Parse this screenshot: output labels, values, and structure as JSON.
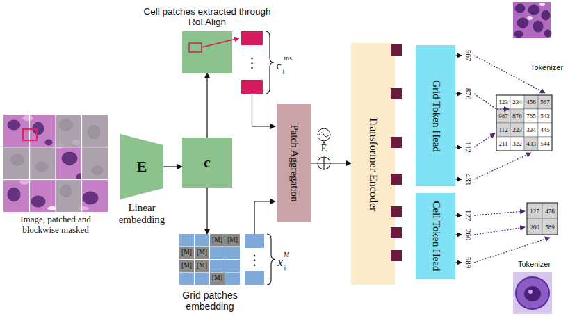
{
  "diagram": {
    "nodes": [
      {
        "text": [
          "Image, patched and blockwise masked"
        ]
      },
      {
        "text": [
          "E",
          "Linear embedding"
        ]
      },
      {
        "text": [
          "c"
        ]
      },
      {
        "text": [
          "Cell patches extracted through RoI Align"
        ]
      },
      {
        "text": [
          "Grid patches embedding"
        ]
      },
      {
        "text": [
          "Patch Aggregation"
        ]
      },
      {
        "text": [
          "Transformer Encoder"
        ]
      },
      {
        "text": [
          "Grid Token Head"
        ]
      },
      {
        "text": [
          "Cell Token Head"
        ]
      },
      {
        "text": [
          "Tokenizer"
        ]
      },
      {
        "text": [
          "Tokenizer"
        ]
      }
    ],
    "edges": [
      {
        "from": 1,
        "to": 2,
        "arrow": "to"
      },
      {
        "from": 2,
        "to": 3,
        "arrow": "to"
      },
      {
        "from": 2,
        "to": 4,
        "arrow": "to"
      },
      {
        "from": 5,
        "to": 6,
        "arrow": "to"
      }
    ],
    "labels": [
      "c",
      "i",
      "ins",
      "⋮",
      "x",
      "i",
      "M",
      "⋮",
      "[M]",
      "[M]",
      "[M]",
      "[M]",
      "[M]",
      "[M]",
      "[M]",
      "Ê",
      "567",
      "876",
      "112",
      "433",
      "127",
      "260",
      "589",
      "123",
      "234",
      "456",
      "567",
      "987",
      "876",
      "765",
      "543",
      "112",
      "223",
      "334",
      "445",
      "211",
      "322",
      "433",
      "544",
      "127",
      "476",
      "260",
      "589"
    ]
  }
}
